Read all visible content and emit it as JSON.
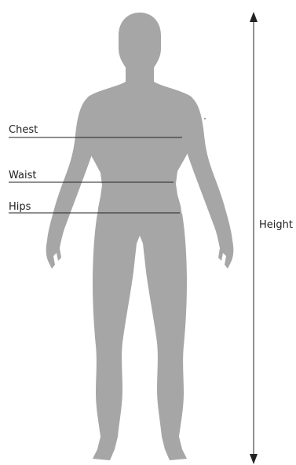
{
  "colors": {
    "figure": "#a6a6a6",
    "lines": "#222222",
    "background": "#ffffff"
  },
  "measurements": {
    "chest": "Chest",
    "waist": "Waist",
    "hips": "Hips",
    "height": "Height"
  },
  "icons": {
    "figure": "human-body-silhouette-icon",
    "height_arrow": "double-headed-vertical-arrow"
  }
}
